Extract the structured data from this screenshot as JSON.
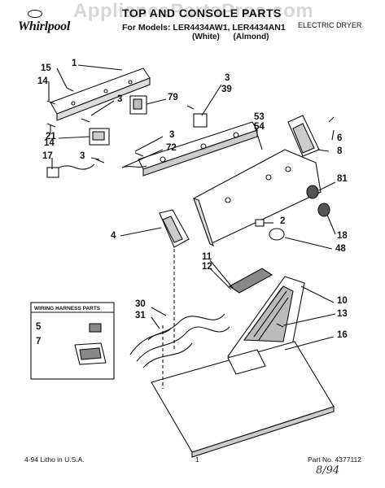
{
  "header": {
    "brand": "Whirlpool",
    "title": "TOP AND CONSOLE PARTS",
    "models_line": "For Models: LER4434AW1, LER4434AN1",
    "colors_line": "(White)      (Almond)",
    "doc_type": "ELECTRIC DRYER",
    "watermark": "AppliancePartsPros.com"
  },
  "callouts": [
    {
      "id": "c1",
      "text": "1"
    },
    {
      "id": "c15",
      "text": "15"
    },
    {
      "id": "c14a",
      "text": "14"
    },
    {
      "id": "c3a",
      "text": "3"
    },
    {
      "id": "c14b",
      "text": "14"
    },
    {
      "id": "c21",
      "text": "21"
    },
    {
      "id": "c17",
      "text": "17"
    },
    {
      "id": "c3b",
      "text": "3"
    },
    {
      "id": "c79",
      "text": "79"
    },
    {
      "id": "c3c",
      "text": "3"
    },
    {
      "id": "c39",
      "text": "39"
    },
    {
      "id": "c3d",
      "text": "3"
    },
    {
      "id": "c72",
      "text": "72"
    },
    {
      "id": "c53",
      "text": "53"
    },
    {
      "id": "c54",
      "text": "54"
    },
    {
      "id": "c6",
      "text": "6"
    },
    {
      "id": "c8",
      "text": "8"
    },
    {
      "id": "c81",
      "text": "81"
    },
    {
      "id": "c18",
      "text": "18"
    },
    {
      "id": "c2",
      "text": "2"
    },
    {
      "id": "c48",
      "text": "48"
    },
    {
      "id": "c4",
      "text": "4"
    },
    {
      "id": "c11",
      "text": "11"
    },
    {
      "id": "c12",
      "text": "12"
    },
    {
      "id": "c10",
      "text": "10"
    },
    {
      "id": "c13",
      "text": "13"
    },
    {
      "id": "c16",
      "text": "16"
    },
    {
      "id": "c30",
      "text": "30"
    },
    {
      "id": "c31",
      "text": "31"
    },
    {
      "id": "c5",
      "text": "5"
    },
    {
      "id": "c7",
      "text": "7"
    }
  ],
  "wiring_box": {
    "title": "WIRING HARNESS PARTS"
  },
  "footer": {
    "left": "4-94   Litho in U.S.A.",
    "page": "1",
    "part_no": "Part No. 4377112",
    "handwritten": "8/94"
  }
}
